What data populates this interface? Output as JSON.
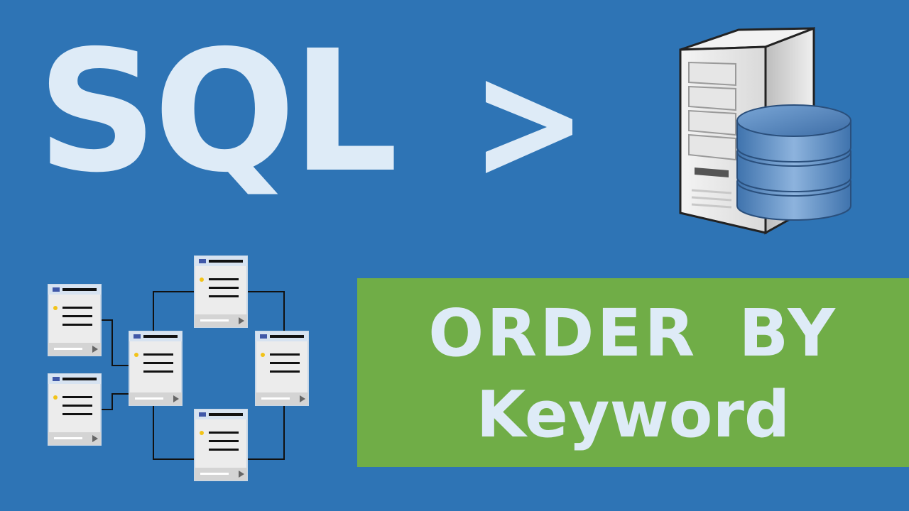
{
  "hero": {
    "title": "SQL",
    "banner_line1": "ORDER BY",
    "banner_line2": "Keyword"
  },
  "colors": {
    "background": "#2e74b5",
    "banner": "#70ad47",
    "text": "#deebf7"
  },
  "icons": {
    "chevron": "chevron-right-icon",
    "server": "server-database-icon",
    "diagram": "database-schema-diagram-icon"
  }
}
